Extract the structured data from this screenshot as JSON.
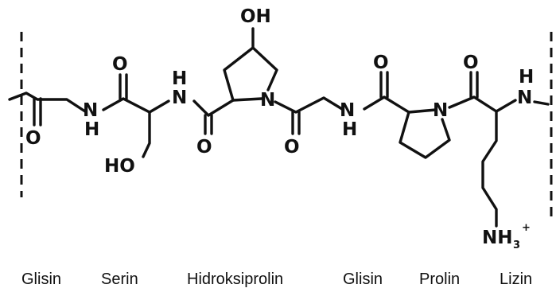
{
  "atoms": {
    "O": "O",
    "N": "N",
    "H": "H",
    "OH": "OH",
    "HO": "HO",
    "NH3": "NH",
    "NH3_sub": "3",
    "NH3_sup": "+"
  },
  "residues": [
    "Glisin",
    "Serin",
    "Hidroksiprolin",
    "Glisin",
    "Prolin",
    "Lizin"
  ]
}
